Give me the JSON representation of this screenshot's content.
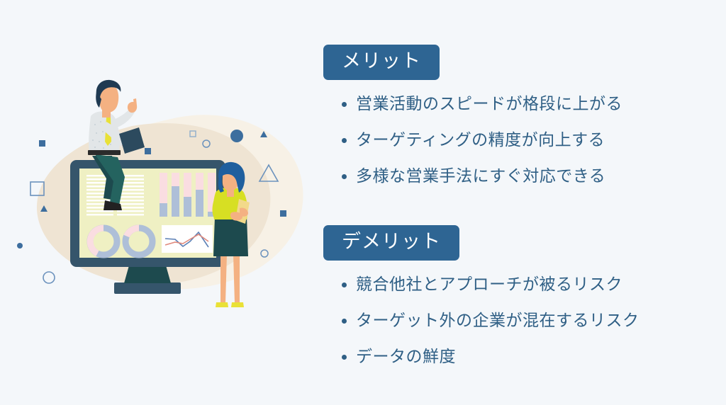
{
  "background_color": "#f4f7fa",
  "accent_color": "#2e6593",
  "text_color": "#2f5f85",
  "sections": [
    {
      "badge_label": "メリット",
      "items": [
        "営業活動のスピードが格段に上がる",
        "ターゲティングの精度が向上する",
        "多様な営業手法にすぐ対応できる"
      ]
    },
    {
      "badge_label": "デメリット",
      "items": [
        "競合他社とアプローチが被るリスク",
        "ターゲット外の企業が混在するリスク",
        "データの鮮度"
      ]
    }
  ],
  "illustration": {
    "name": "business-analytics-illustration",
    "blob_color_back": "#f7f1e6",
    "blob_color_front": "#efe4d3",
    "monitor_frame_color": "#35556b",
    "monitor_screen_color": "#eff0c3",
    "man": {
      "hair_color": "#1f3a52",
      "shirt_color": "#e2e6e8",
      "tie_color": "#e9e137",
      "pants_color": "#24635f",
      "skin_color": "#f4b182",
      "tablet_color": "#2c4a5e",
      "shoe_color": "#222222"
    },
    "woman": {
      "hair_color": "#1f5f9e",
      "top_color": "#d7df23",
      "skirt_color": "#1d4a4e",
      "skin_color": "#f4b182",
      "shoe_color": "#e9e137",
      "folder_color": "#f2d98a"
    },
    "chart_colors": {
      "pink": "#fadde1",
      "blue_gray": "#aebfd8",
      "line_blue": "#5a7fb5",
      "line_red": "#e08a7d"
    },
    "decor_color": "#3d6e9e"
  },
  "chart_data": [
    {
      "type": "bar",
      "title": "screen-bar-chart",
      "categories": [
        "1",
        "2",
        "3",
        "4",
        "5"
      ],
      "series": [
        {
          "name": "blue-gray",
          "values": [
            30,
            68,
            45,
            58,
            12
          ]
        },
        {
          "name": "pink",
          "values": [
            70,
            32,
            55,
            42,
            88
          ]
        }
      ],
      "ylim": [
        0,
        100
      ],
      "stacked": true
    },
    {
      "type": "pie",
      "title": "screen-donut-left",
      "labels": [
        "pink",
        "blue-gray"
      ],
      "values": [
        45,
        55
      ]
    },
    {
      "type": "pie",
      "title": "screen-donut-right",
      "labels": [
        "pink",
        "blue-gray"
      ],
      "values": [
        22,
        78
      ]
    },
    {
      "type": "line",
      "title": "screen-line-chart",
      "x": [
        0,
        1,
        2,
        3,
        4,
        5
      ],
      "series": [
        {
          "name": "line-blue",
          "values": [
            62,
            60,
            42,
            58,
            85,
            40
          ]
        },
        {
          "name": "line-red",
          "values": [
            45,
            55,
            50,
            62,
            78,
            58
          ]
        }
      ],
      "ylim": [
        0,
        100
      ]
    }
  ]
}
